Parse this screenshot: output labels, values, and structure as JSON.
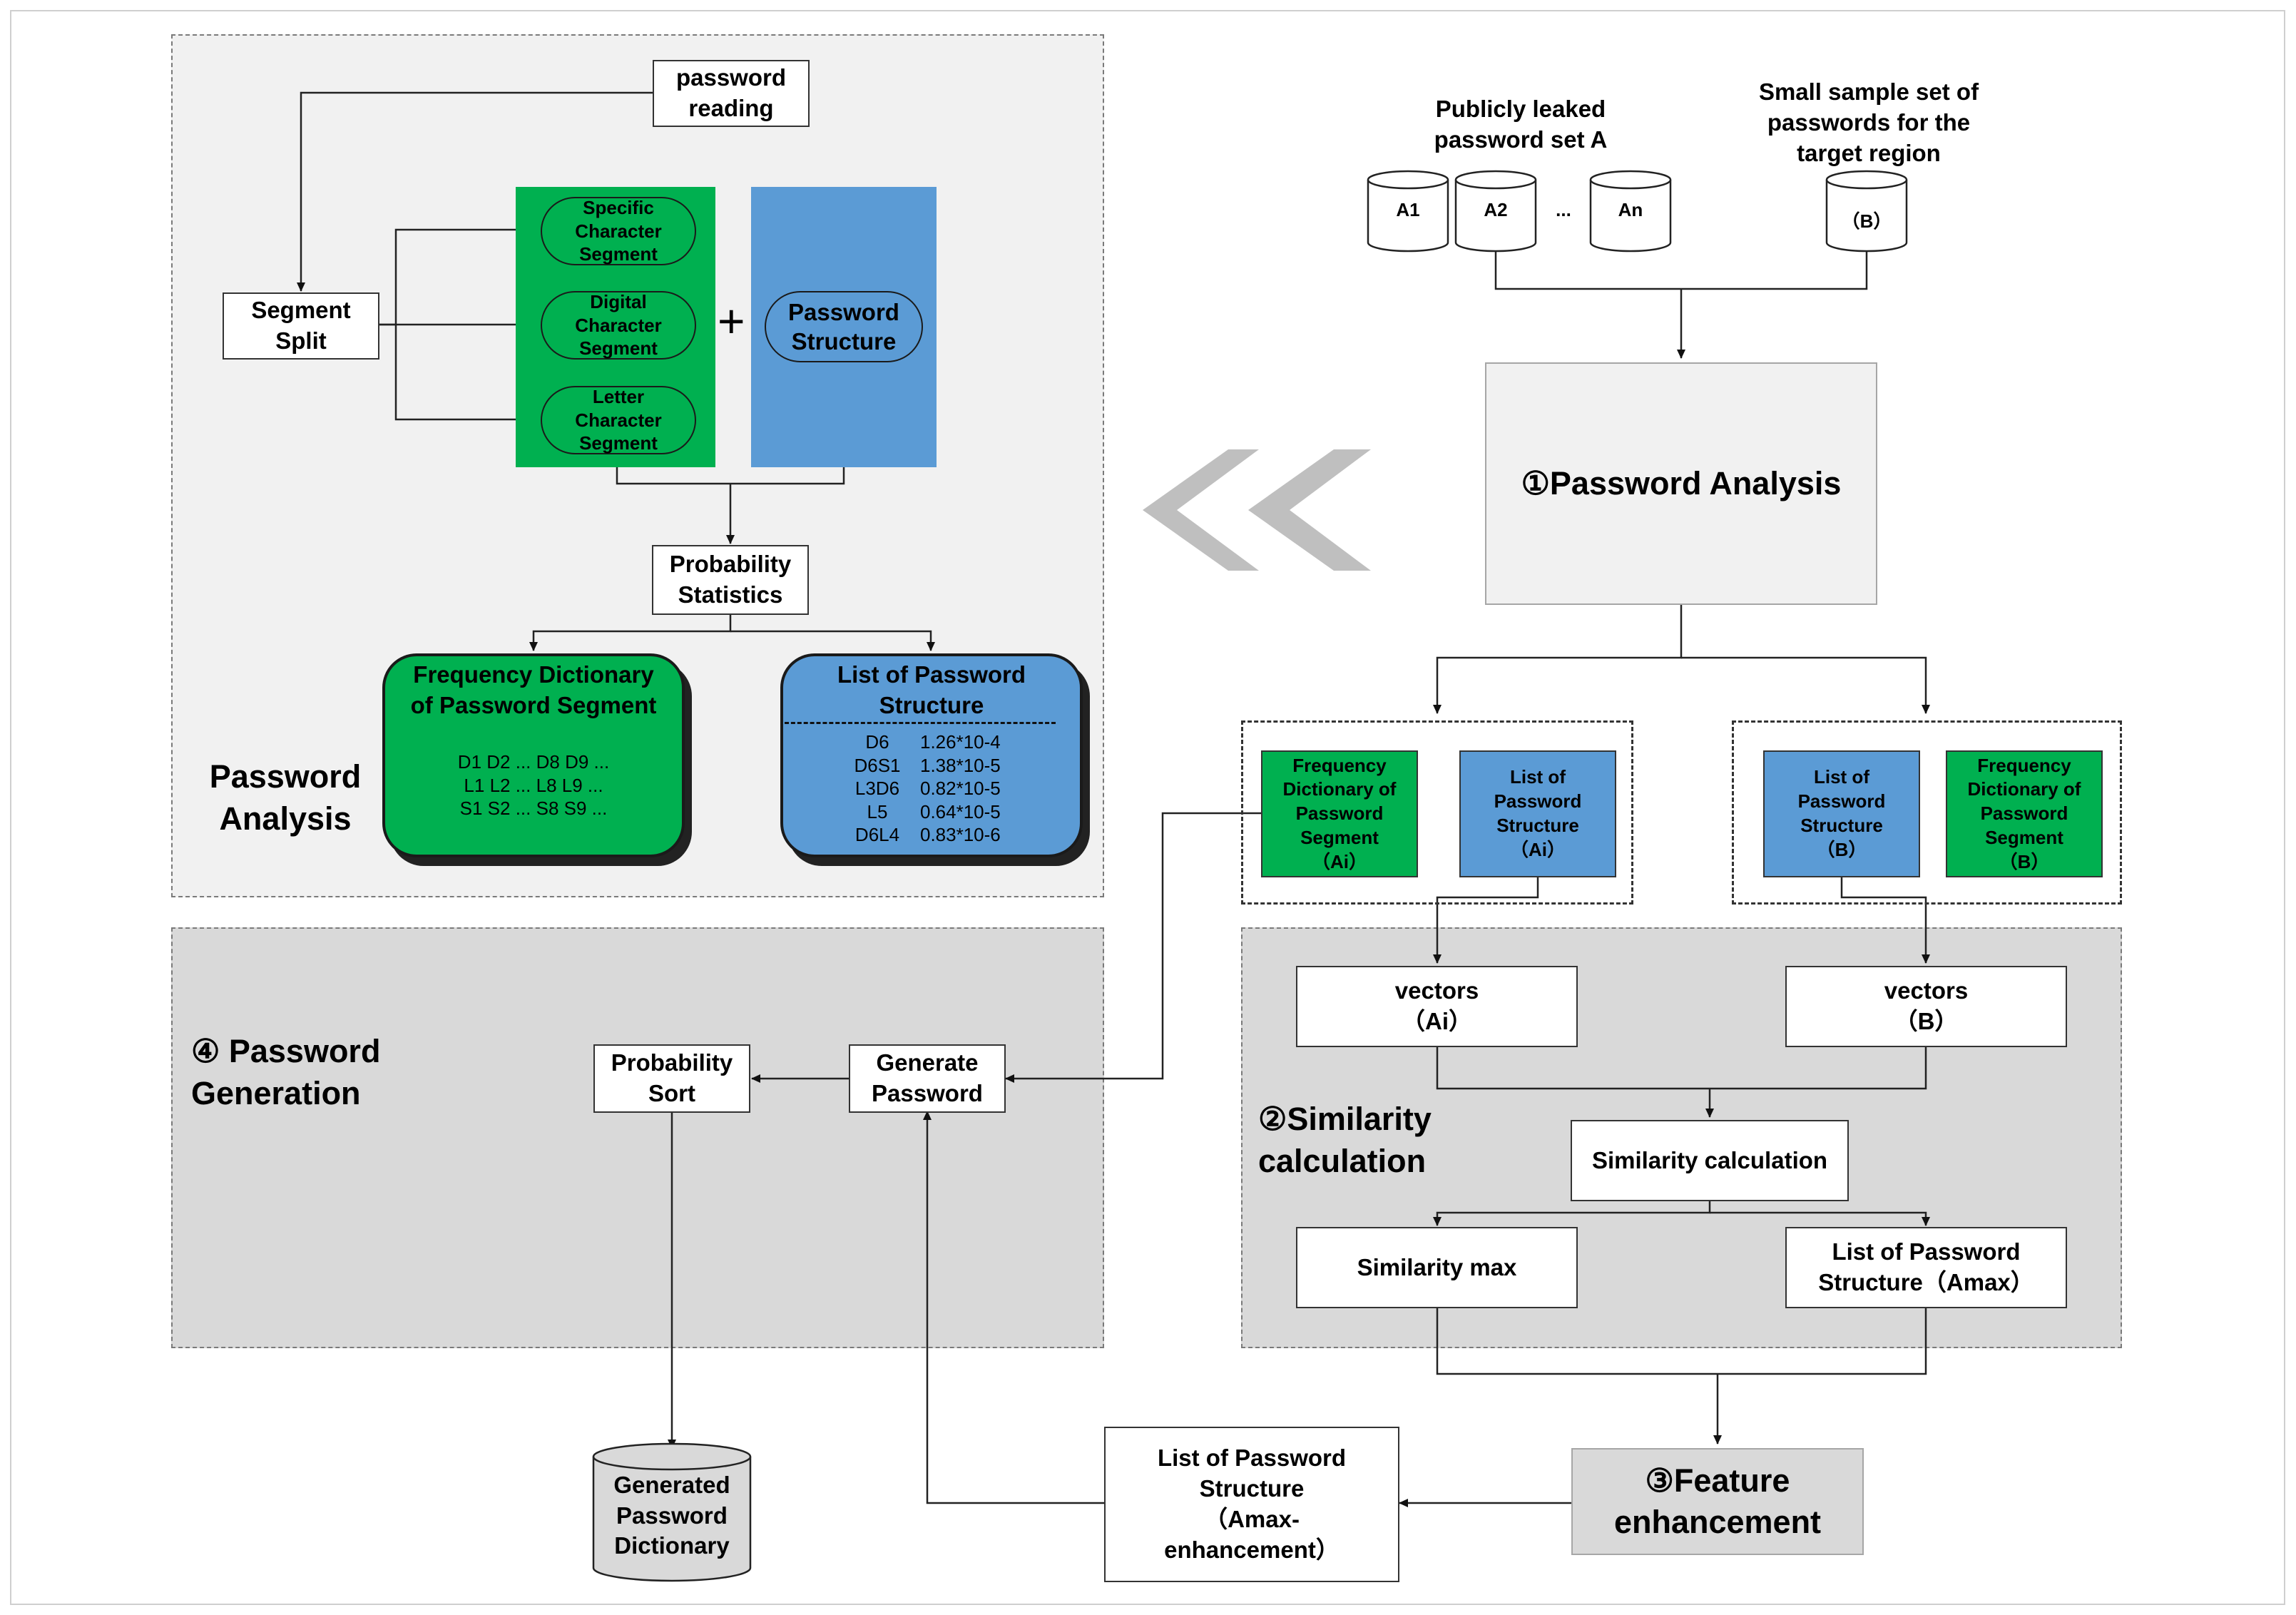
{
  "colors": {
    "green": "#00b050",
    "blue": "#5b9bd5",
    "panel_light": "#f1f1f1",
    "panel_grey": "#d9d9d9",
    "chevron": "#bfbfbf"
  },
  "analysis_panel": {
    "title": "Password\nAnalysis",
    "password_reading": "password\nreading",
    "segment_split": "Segment\nSplit",
    "specific_segment": "Specific\nCharacter\nSegment",
    "digital_segment": "Digital\nCharacter\nSegment",
    "letter_segment": "Letter\nCharacter\nSegment",
    "plus": "+",
    "password_structure": "Password\nStructure",
    "probability_statistics": "Probability\nStatistics",
    "freq_dict": {
      "title": "Frequency Dictionary\nof Password Segment",
      "rows": [
        "D1 D2 ... D8 D9 ...",
        "L1 L2 ... L8 L9 ...",
        "S1 S2 ... S8 S9 ..."
      ]
    },
    "structure_list": {
      "title": "List of Password\nStructure",
      "rows": [
        {
          "structure": "D6",
          "prob": "1.26*10-4"
        },
        {
          "structure": "D6S1",
          "prob": "1.38*10-5"
        },
        {
          "structure": "L3D6",
          "prob": "0.82*10-5"
        },
        {
          "structure": "L5",
          "prob": "0.64*10-5"
        },
        {
          "structure": "D6L4",
          "prob": "0.83*10-6"
        }
      ]
    }
  },
  "inputs": {
    "public_title": "Publicly leaked\npassword set A",
    "small_title": "Small sample set of\npasswords for the\ntarget region",
    "a1": "A1",
    "a2": "A2",
    "ellipsis": "...",
    "an": "An",
    "b": "（B）"
  },
  "step1": {
    "label": "①Password Analysis"
  },
  "left_group": {
    "freq": "Frequency\nDictionary of\nPassword\nSegment\n（Ai）",
    "list": "List of\nPassword\nStructure\n（Ai）"
  },
  "right_group": {
    "list": "List of\nPassword\nStructure\n（B）",
    "freq": "Frequency\nDictionary of\nPassword\nSegment\n（B）"
  },
  "similarity": {
    "title": "②Similarity\ncalculation",
    "vectors_ai": "vectors\n（Ai）",
    "vectors_b": "vectors\n（B）",
    "calc": "Similarity calculation",
    "max": "Similarity  max",
    "list_amax": "List of Password\nStructure（Amax）"
  },
  "step3": {
    "label": "③Feature\nenhancement"
  },
  "enhanced_list": "List of Password\nStructure\n（Amax-\nenhancement）",
  "generation": {
    "title": "④ Password\nGeneration",
    "probability_sort": "Probability\nSort",
    "generate_password": "Generate\nPassword",
    "dictionary": "Generated\nPassword\nDictionary"
  }
}
